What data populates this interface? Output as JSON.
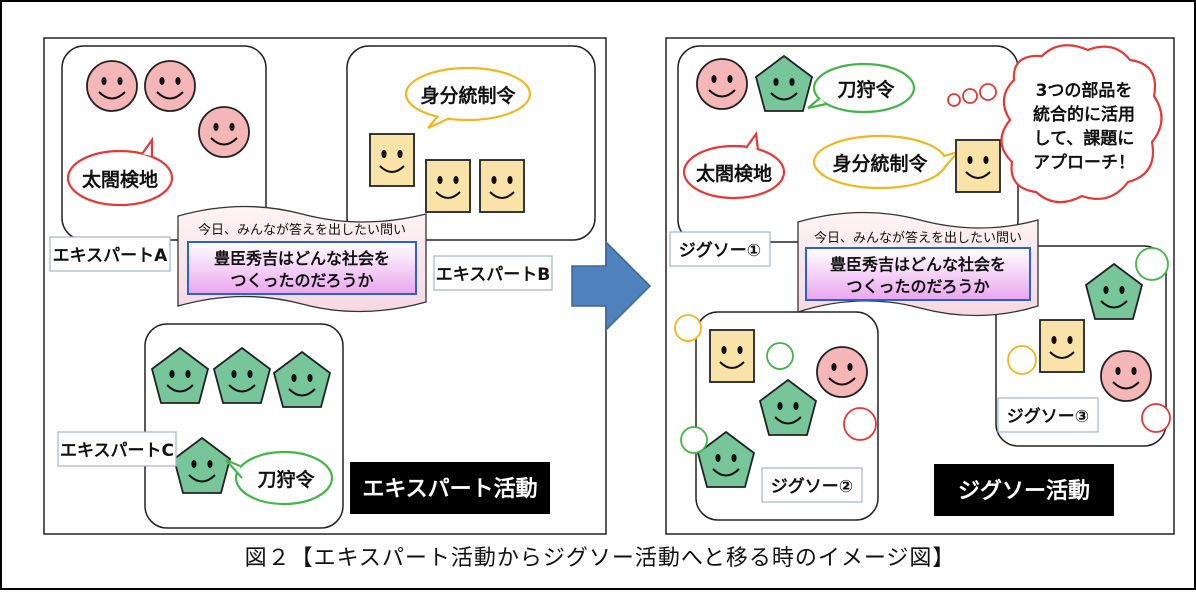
{
  "left_panel": {
    "expert_a_label": "エキスパートA",
    "expert_b_label": "エキスパートB",
    "expert_c_label": "エキスパートC",
    "activity_title": "エキスパート活動",
    "bubble_a": "太閤検地",
    "bubble_b": "身分統制令",
    "bubble_c": "刀狩令",
    "question_subtitle": "今日、みんなが答えを出したい問い",
    "question_line1": "豊臣秀吉はどんな社会を",
    "question_line2": "つくったのだろうか"
  },
  "right_panel": {
    "jigsaw_1_label": "ジグソー①",
    "jigsaw_2_label": "ジグソー②",
    "jigsaw_3_label": "ジグソー③",
    "activity_title": "ジグソー活動",
    "bubble_katana": "刀狩令",
    "bubble_taiko": "太閤検地",
    "bubble_mibun": "身分統制令",
    "thought_line1": "3つの部品を",
    "thought_line2": "統合的に活用",
    "thought_line3": "して、課題に",
    "thought_line4": "アプローチ！",
    "question_subtitle": "今日、みんなが答えを出したい問い",
    "question_line1": "豊臣秀吉はどんな社会を",
    "question_line2": "つくったのだろうか"
  },
  "caption": "図２【エキスパート活動からジグソー活動へと移る時のイメージ図】",
  "colors": {
    "face_pink": "#f4b6b6",
    "face_yellow": "#fae3a8",
    "face_green": "#76c69a",
    "bubble_red": "#e53935",
    "bubble_yellow": "#f2b71f",
    "bubble_green": "#43b649",
    "arrow_blue": "#4f81bd",
    "question_border": "#2a62c9"
  },
  "icons": [
    "smiley-circle-icon",
    "smiley-square-icon",
    "smiley-pentagon-icon",
    "right-arrow-icon",
    "speech-bubble-icon",
    "thought-bubble-icon"
  ]
}
